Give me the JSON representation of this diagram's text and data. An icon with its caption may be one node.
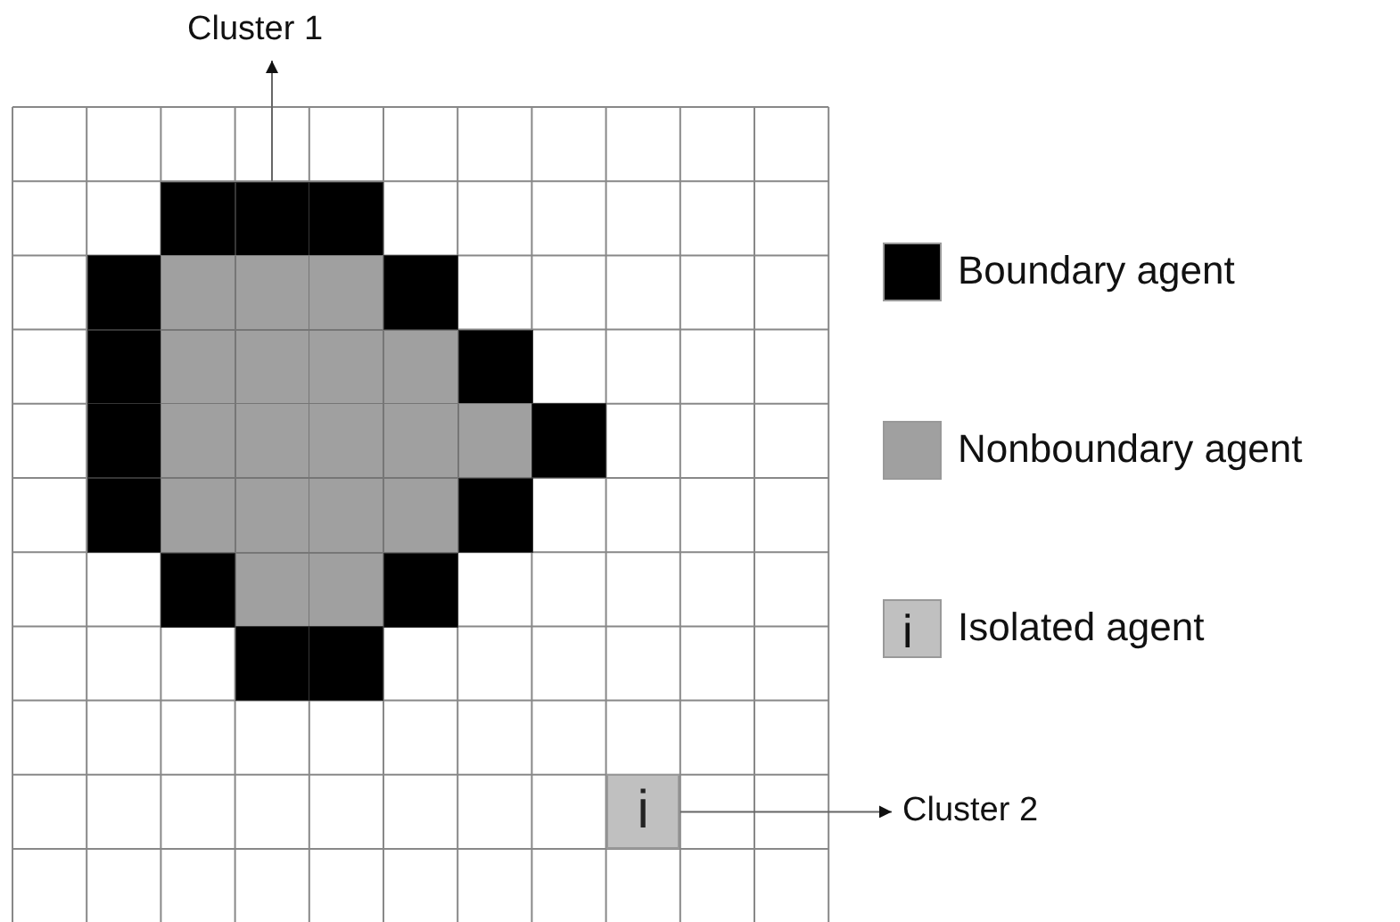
{
  "diagram": {
    "nodes": [
      {
        "text": [
          "Cluster 1"
        ]
      },
      {
        "text": [],
        "shape": "box"
      },
      {
        "text": [
          "i"
        ]
      },
      {
        "text": [
          "Cluster 2"
        ]
      }
    ],
    "edges": [
      {
        "from": 1,
        "to": 0,
        "arrow": "to"
      },
      {
        "from": 2,
        "to": 3,
        "arrow": "to"
      }
    ],
    "labels": [
      "i"
    ],
    "legend": [
      {
        "text": "Boundary agent",
        "color": "#000000"
      },
      {
        "text": "Nonboundary agent",
        "color": "#a0a0a0"
      },
      {
        "text": "Isolated agent",
        "color": "#c0c0c0"
      }
    ]
  }
}
